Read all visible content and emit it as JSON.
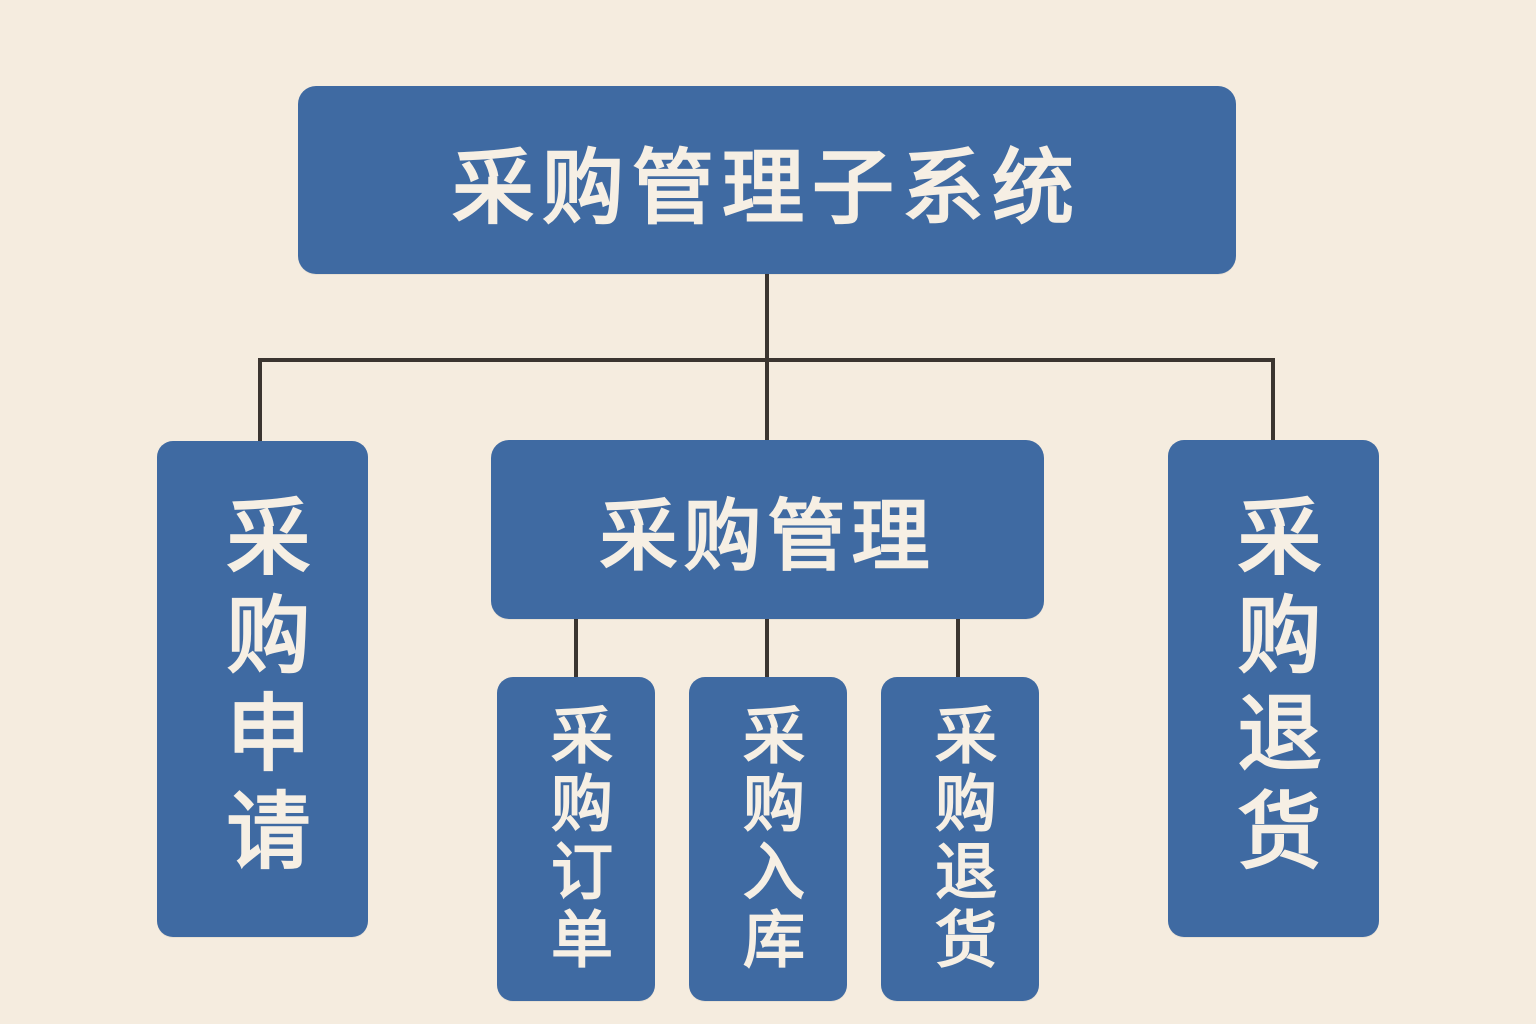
{
  "diagram": {
    "root": {
      "label": "采购管理子系统"
    },
    "children": [
      {
        "label": "采购申请"
      },
      {
        "label": "采购管理",
        "children": [
          {
            "label": "采购订单"
          },
          {
            "label": "采购入库"
          },
          {
            "label": "采购退货"
          }
        ]
      },
      {
        "label": "采购退货"
      }
    ]
  },
  "colors": {
    "background": "#f5ecdf",
    "node_fill": "#3f6aa2",
    "node_text": "#f6efe4",
    "connector": "#3b3530"
  }
}
